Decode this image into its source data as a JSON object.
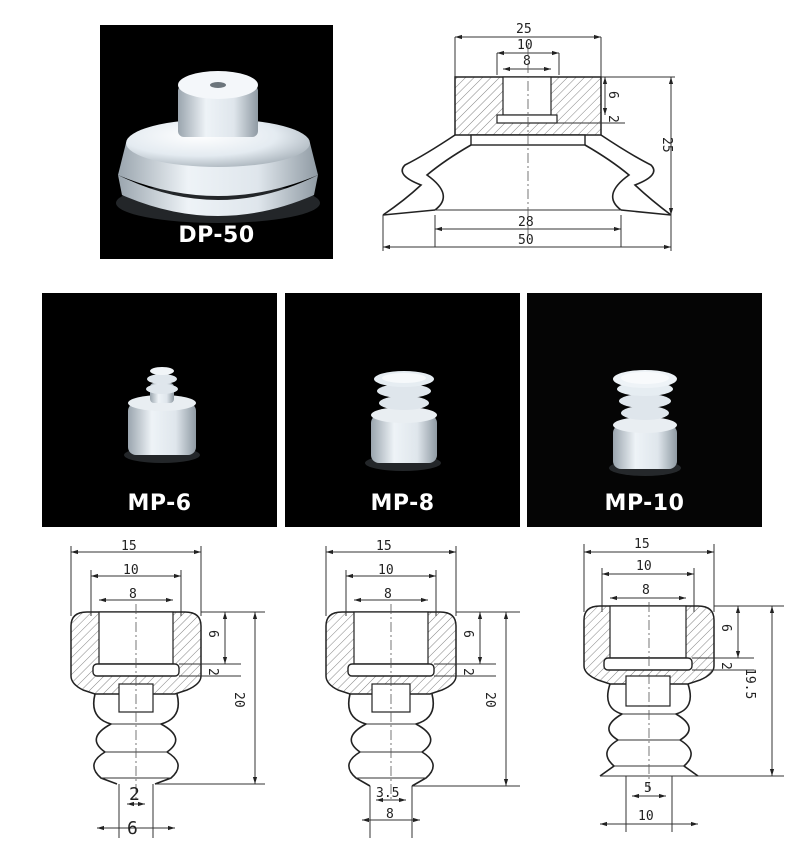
{
  "products": [
    {
      "id": "dp50",
      "label": "DP-50"
    },
    {
      "id": "mp6",
      "label": "MP-6"
    },
    {
      "id": "mp8",
      "label": "MP-8"
    },
    {
      "id": "mp10",
      "label": "MP-10"
    }
  ],
  "drawings": {
    "dp50": {
      "top": "25",
      "mid": "10",
      "inner": "8",
      "h1": "6",
      "h2": "2",
      "height": "25",
      "d1": "28",
      "d2": "50"
    },
    "mp6": {
      "top": "15",
      "mid": "10",
      "inner": "8",
      "h1": "6",
      "h2": "2",
      "height": "20",
      "b1": "2",
      "b2": "6"
    },
    "mp8": {
      "top": "15",
      "mid": "10",
      "inner": "8",
      "h1": "6",
      "h2": "2",
      "height": "20",
      "b1": "3.5",
      "b2": "8"
    },
    "mp10": {
      "top": "15",
      "mid": "10",
      "inner": "8",
      "h1": "6",
      "h2": "2",
      "height": "19.5",
      "b1": "5",
      "b2": "10"
    }
  },
  "colors": {
    "photo_bg": "#000000",
    "cup": "#e7edf2",
    "line": "#333333"
  }
}
